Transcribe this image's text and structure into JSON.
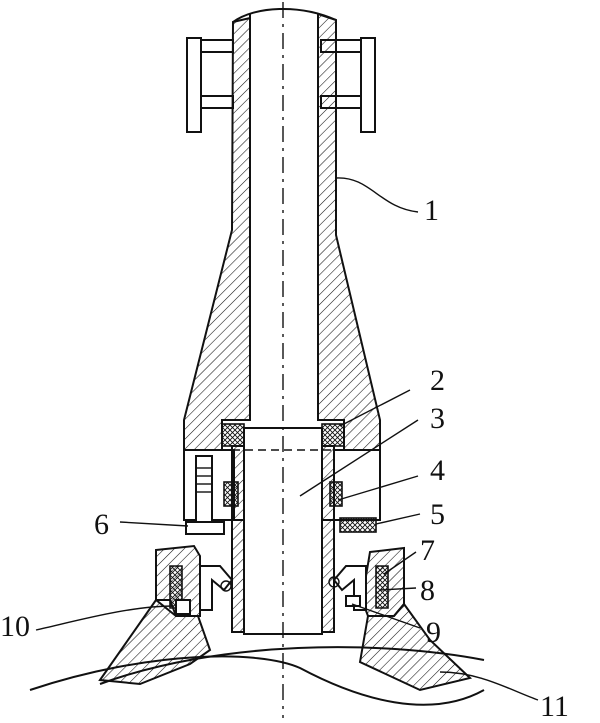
{
  "figure": {
    "labels": [
      {
        "id": "1",
        "text": "1"
      },
      {
        "id": "2",
        "text": "2"
      },
      {
        "id": "3",
        "text": "3"
      },
      {
        "id": "4",
        "text": "4"
      },
      {
        "id": "5",
        "text": "5"
      },
      {
        "id": "6",
        "text": "6"
      },
      {
        "id": "7",
        "text": "7"
      },
      {
        "id": "8",
        "text": "8"
      },
      {
        "id": "9",
        "text": "9"
      },
      {
        "id": "10",
        "text": "10"
      },
      {
        "id": "11",
        "text": "11"
      }
    ],
    "colors": {
      "ink": "#111111",
      "paper": "#ffffff"
    }
  }
}
